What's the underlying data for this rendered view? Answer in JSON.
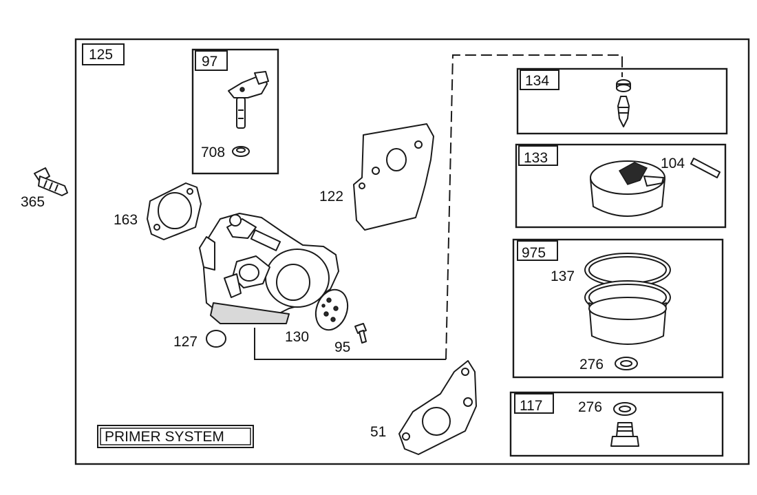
{
  "diagram": {
    "primer_system_label": "PRIMER SYSTEM",
    "tags": {
      "t125": "125",
      "t97": "97",
      "t134": "134",
      "t133": "133",
      "t975": "975",
      "t117": "117"
    },
    "callouts": {
      "c365": "365",
      "c708": "708",
      "c163": "163",
      "c122": "122",
      "c104": "104",
      "c137": "137",
      "c127": "127",
      "c130": "130",
      "c95": "95",
      "c276a": "276",
      "c276b": "276",
      "c51": "51"
    }
  }
}
